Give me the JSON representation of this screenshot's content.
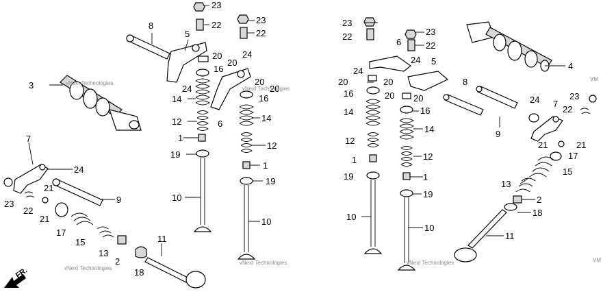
{
  "watermark": "vNext Technologies",
  "orientation_label": "FR.",
  "corner_mark": "VM",
  "callouts": {
    "l_23_top": "23",
    "l_22_top": "22",
    "l_8": "8",
    "l_5": "5",
    "l_23_b": "23",
    "l_22_b": "22",
    "l_20_a": "20",
    "l_20_b": "20",
    "l_24_a": "24",
    "l_16_a": "16",
    "l_24_b": "24",
    "l_20_c": "20",
    "l_20_d": "20",
    "l_16_b": "16",
    "l_3": "3",
    "l_14_a": "14",
    "l_14_b": "14",
    "l_6": "6",
    "l_12_a": "12",
    "l_1_a": "1",
    "l_12_b": "12",
    "l_19_a": "19",
    "l_1_b": "1",
    "l_19_b": "19",
    "l_10_a": "10",
    "l_10_b": "10",
    "l_7_left": "7",
    "l_24_left": "24",
    "l_21_left_a": "21",
    "l_9_left": "9",
    "l_23_left": "23",
    "l_22_left": "22",
    "l_21_left_b": "21",
    "l_17_left": "17",
    "l_15_left": "15",
    "l_13_left": "13",
    "l_2_left": "2",
    "l_11_left": "11",
    "l_18_left": "18",
    "r_23_a": "23",
    "r_22_a": "22",
    "r_23_b": "23",
    "r_6": "6",
    "r_22_b": "22",
    "r_24_a": "24",
    "r_24_b": "24",
    "r_5": "5",
    "r_4": "4",
    "r_20_a": "20",
    "r_20_b": "20",
    "r_16_a": "16",
    "r_20_c": "20",
    "r_20_d": "20",
    "r_8": "8",
    "r_14_a": "14",
    "r_16_b": "16",
    "r_14_b": "14",
    "r_12_a": "12",
    "r_12_b": "12",
    "r_1_a": "1",
    "r_19_a": "19",
    "r_1_b": "1",
    "r_19_b": "19",
    "r_10_a": "10",
    "r_10_b": "10",
    "r_24_c": "24",
    "r_7": "7",
    "r_23_c": "23",
    "r_22_c": "22",
    "r_9": "9",
    "r_21_a": "21",
    "r_21_b": "21",
    "r_17": "17",
    "r_15": "15",
    "r_13": "13",
    "r_2": "2",
    "r_18": "18",
    "r_11": "11"
  }
}
